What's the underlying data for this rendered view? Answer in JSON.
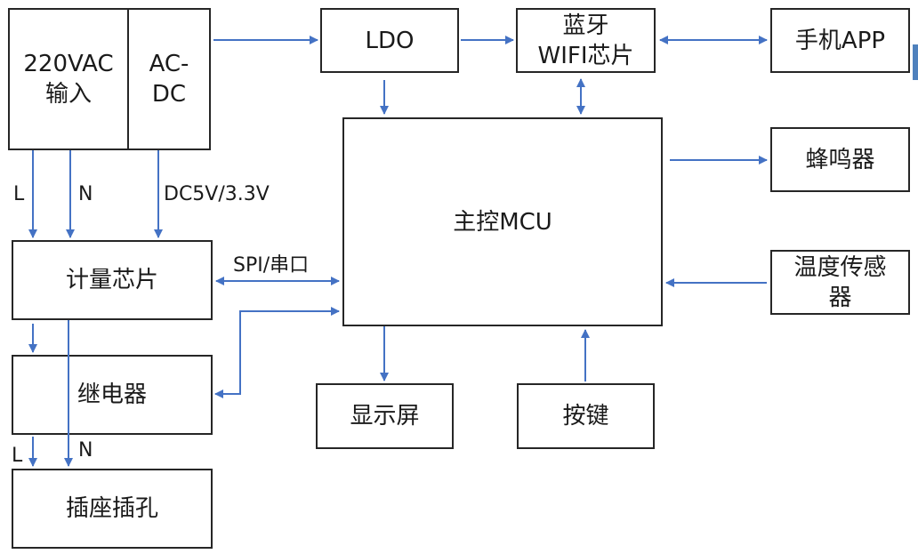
{
  "colors": {
    "line": "#4472c4",
    "border": "#262626"
  },
  "blocks": {
    "ac_input": "220VAC\n输入",
    "acdc": "AC-\nDC",
    "ldo": "LDO",
    "bt_wifi": "蓝牙\nWIFI芯片",
    "phone_app": "手机APP",
    "buzzer": "蜂鸣器",
    "mcu": "主控MCU",
    "temp_sensor": "温度传感\n器",
    "metering": "计量芯片",
    "relay": "继电器",
    "display": "显示屏",
    "keys": "按键",
    "socket": "插座插孔"
  },
  "labels": {
    "l_top": "L",
    "n_top": "N",
    "dc_out": "DC5V/3.3V",
    "spi": "SPI/串口",
    "l_bottom": "L",
    "n_bottom": "N"
  }
}
